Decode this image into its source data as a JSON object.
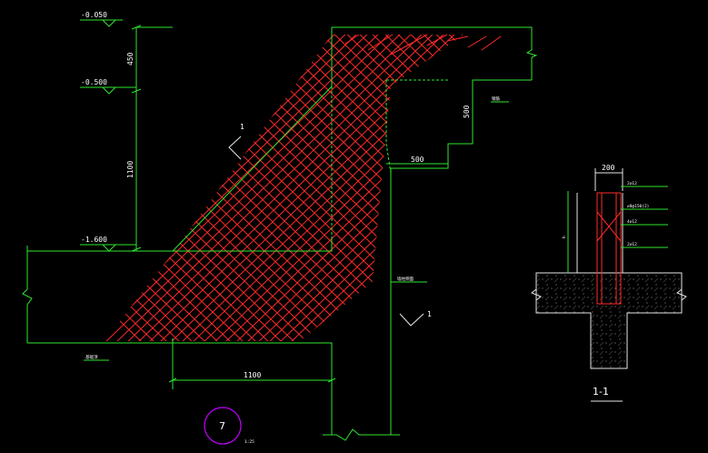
{
  "elevations": {
    "top": "-0.050",
    "middle": "-0.500",
    "bottom": "-1.600"
  },
  "dimensions": {
    "height_upper": "450",
    "height_lower": "1100",
    "step_height": "500",
    "step_width": "500",
    "base_length": "1100",
    "section_width": "200"
  },
  "section_cut_mark": "1",
  "section_cut_mark_lower": "1",
  "section_title": "1-1",
  "detail_number": "7",
  "detail_scale": "1:25",
  "notes": {
    "top_right": "钢筋",
    "column_face": "墙柱侧面",
    "base": "基础顶",
    "section_bar1": "2⌀12",
    "section_stirrup": "⌀8@150(2)",
    "section_bar2": "4⌀12",
    "section_bar3": "2⌀12",
    "section_height": "h"
  },
  "colors": {
    "background": "#000000",
    "structure": "#2ee62e",
    "rebar": "#ff2a2a",
    "annotation": "#ffffff",
    "detail_circle": "#c000ff"
  }
}
